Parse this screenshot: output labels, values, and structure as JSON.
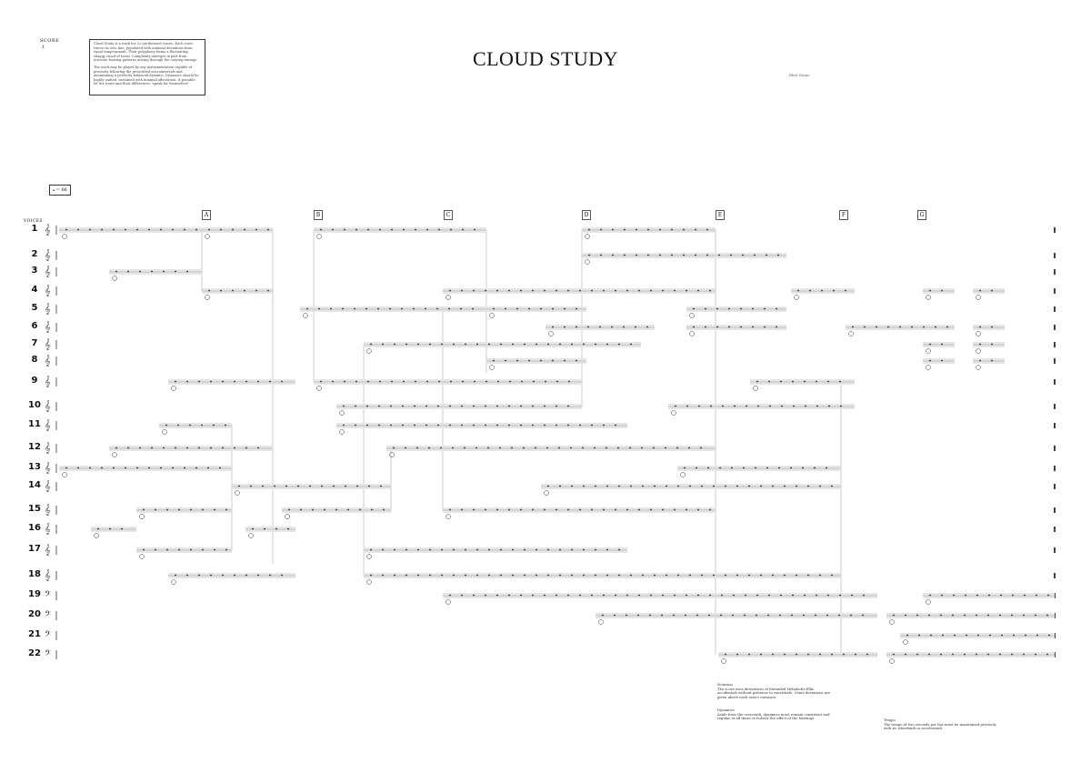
{
  "header": {
    "score_label": "SCORE",
    "page_number": "1",
    "title": "CLOUD STUDY",
    "author": "Eliot Stone"
  },
  "description": [
    "Cloud Study is a work for 22 synthesized voices. Each voice traces its own line, populated with minimal deviations from equal temperament. Their polyphony forms a fluctuating, shaggy cloud of tones. Complexity emerges in part from intricate beating patterns arising through the varying tunings.",
    "The work may be played by any instrumentation capable of precisely following the prescribed microintervals and maintaining a perfectly balanced dynamic. Dynamics should be highly unified, sustained with minimal affectation. If possible, let the tones and their differences \"speak for themselves\"."
  ],
  "tempo": {
    "icon": "whole-note-icon",
    "value": "= 66"
  },
  "voices_label": "VOICES",
  "voices": [
    "1",
    "2",
    "3",
    "4",
    "5",
    "6",
    "7",
    "8",
    "9",
    "10",
    "11",
    "12",
    "13",
    "14",
    "15",
    "16",
    "17",
    "18",
    "19",
    "20",
    "21",
    "22"
  ],
  "rehearsal_letters": [
    "A",
    "B",
    "C",
    "D",
    "E",
    "F",
    "G"
  ],
  "notes": {
    "notation": {
      "heading": "Notation",
      "text": "The score uses derivatives of Extended Helmholtz-Ellis accidentals without pretense to exactitude. Cents deviations are given above each tone's entrance."
    },
    "dynamics": {
      "heading": "Dynamics",
      "text": "Aside from the crescendi, dynamics must remain consistent and regular at all times to bolster the effect of the beatings."
    },
    "tempo": {
      "heading": "Tempo",
      "text": "The tempo of two seconds per bar must be maintained precisely with no ritardandi or accelerandi."
    }
  },
  "colors": {
    "staff_fill": "#e6e6e6",
    "ink": "#111111"
  }
}
